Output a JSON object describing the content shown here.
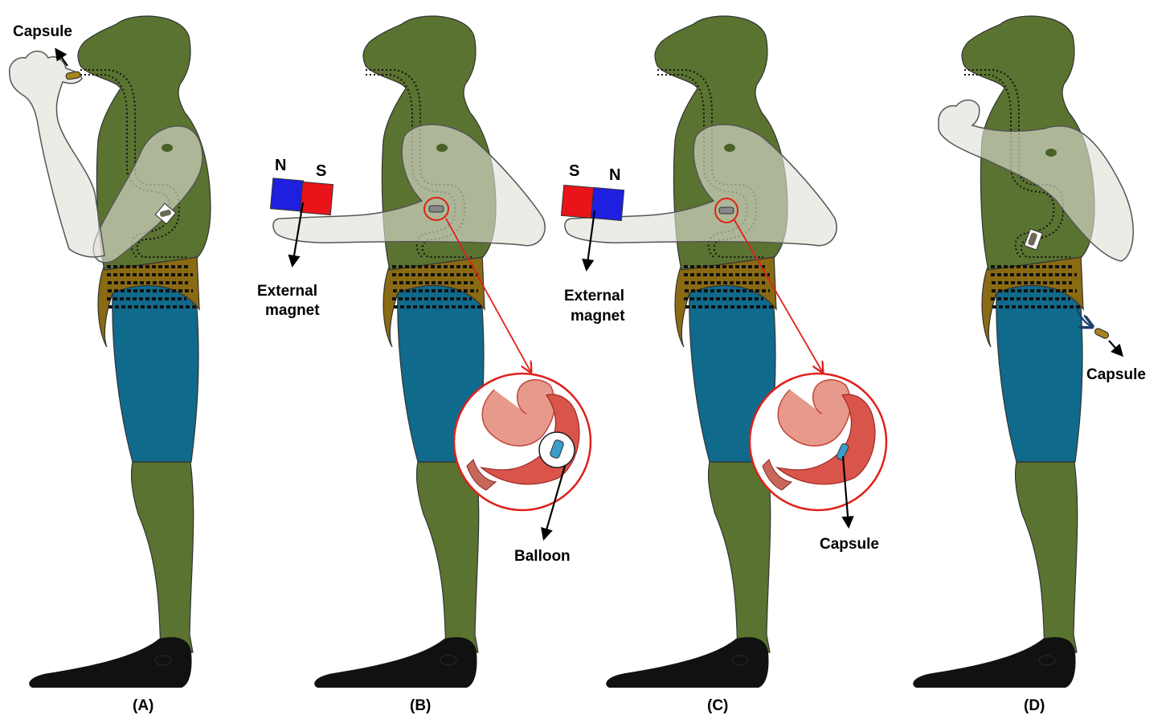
{
  "panels": [
    {
      "id": "A",
      "label": "(A)"
    },
    {
      "id": "B",
      "label": "(B)"
    },
    {
      "id": "C",
      "label": "(C)"
    },
    {
      "id": "D",
      "label": "(D)"
    }
  ],
  "annotations": {
    "capsule_a": "Capsule",
    "external_magnet_b": [
      "External",
      "magnet"
    ],
    "external_magnet_c": [
      "External",
      "magnet"
    ],
    "balloon": "Balloon",
    "capsule_c": "Capsule",
    "capsule_d": "Capsule"
  },
  "magnets": {
    "b": {
      "left_pole": "N",
      "right_pole": "S",
      "left_color": "#1f1fe0",
      "right_color": "#e8141a"
    },
    "c": {
      "left_pole": "S",
      "right_pole": "N",
      "left_color": "#e8141a",
      "right_color": "#1f1fe0"
    }
  },
  "colors": {
    "body": "#5a7331",
    "hip": "#8a6a12",
    "pants": "#0f6a8c",
    "arm": "#e1e1d7",
    "highlight": "#e0201a"
  }
}
